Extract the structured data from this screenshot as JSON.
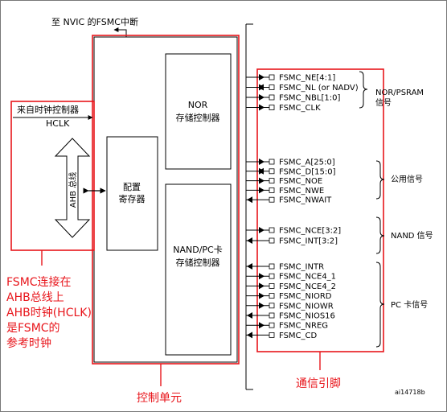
{
  "top_note": "至 NVIC 的FSMC中断",
  "clock_source": {
    "line1": "来自时钟控制器",
    "line2": "HCLK"
  },
  "bus_label": "AHB 总线",
  "config_register": {
    "line1": "配置",
    "line2": "寄存器"
  },
  "nor_controller": {
    "line1": "NOR",
    "line2": "存储控制器"
  },
  "nand_pc_controller": {
    "line1": "NAND/PC卡",
    "line2": "存储控制器"
  },
  "signals": {
    "nor": [
      "FSMC_NE[4:1]",
      "FSMC_NL (or NADV)",
      "FSMC_NBL[1:0]",
      "FSMC_CLK"
    ],
    "common": [
      "FSMC_A[25:0]",
      "FSMC_D[15:0]",
      "FSMC_NOE",
      "FSMC_NWE",
      "FSMC_NWAIT"
    ],
    "nand": [
      "FSMC_NCE[3:2]",
      "FSMC_INT[3:2]"
    ],
    "pc": [
      "FSMC_INTR",
      "FSMC_NCE4_1",
      "FSMC_NCE4_2",
      "FSMC_NIORD",
      "FSMC_NIOWR",
      "FSMC_NIOS16",
      "FSMC_NREG",
      "FSMC_CD"
    ]
  },
  "group_labels": {
    "nor": {
      "line1": "NOR/PSRAM",
      "line2": "信号"
    },
    "common": "公用信号",
    "nand": "NAND 信号",
    "pc": "PC 卡信号"
  },
  "annotations": {
    "clock_note": [
      "FSMC连接在",
      "AHB总线上",
      "AHB时钟(HCLK)",
      "是FSMC的",
      "参考时钟"
    ],
    "control_unit": "控制单元",
    "io_pins": "通信引脚"
  },
  "figure_id": "ai14718b",
  "colors": {
    "annotation_red": "#e8151b",
    "line": "#000000"
  }
}
